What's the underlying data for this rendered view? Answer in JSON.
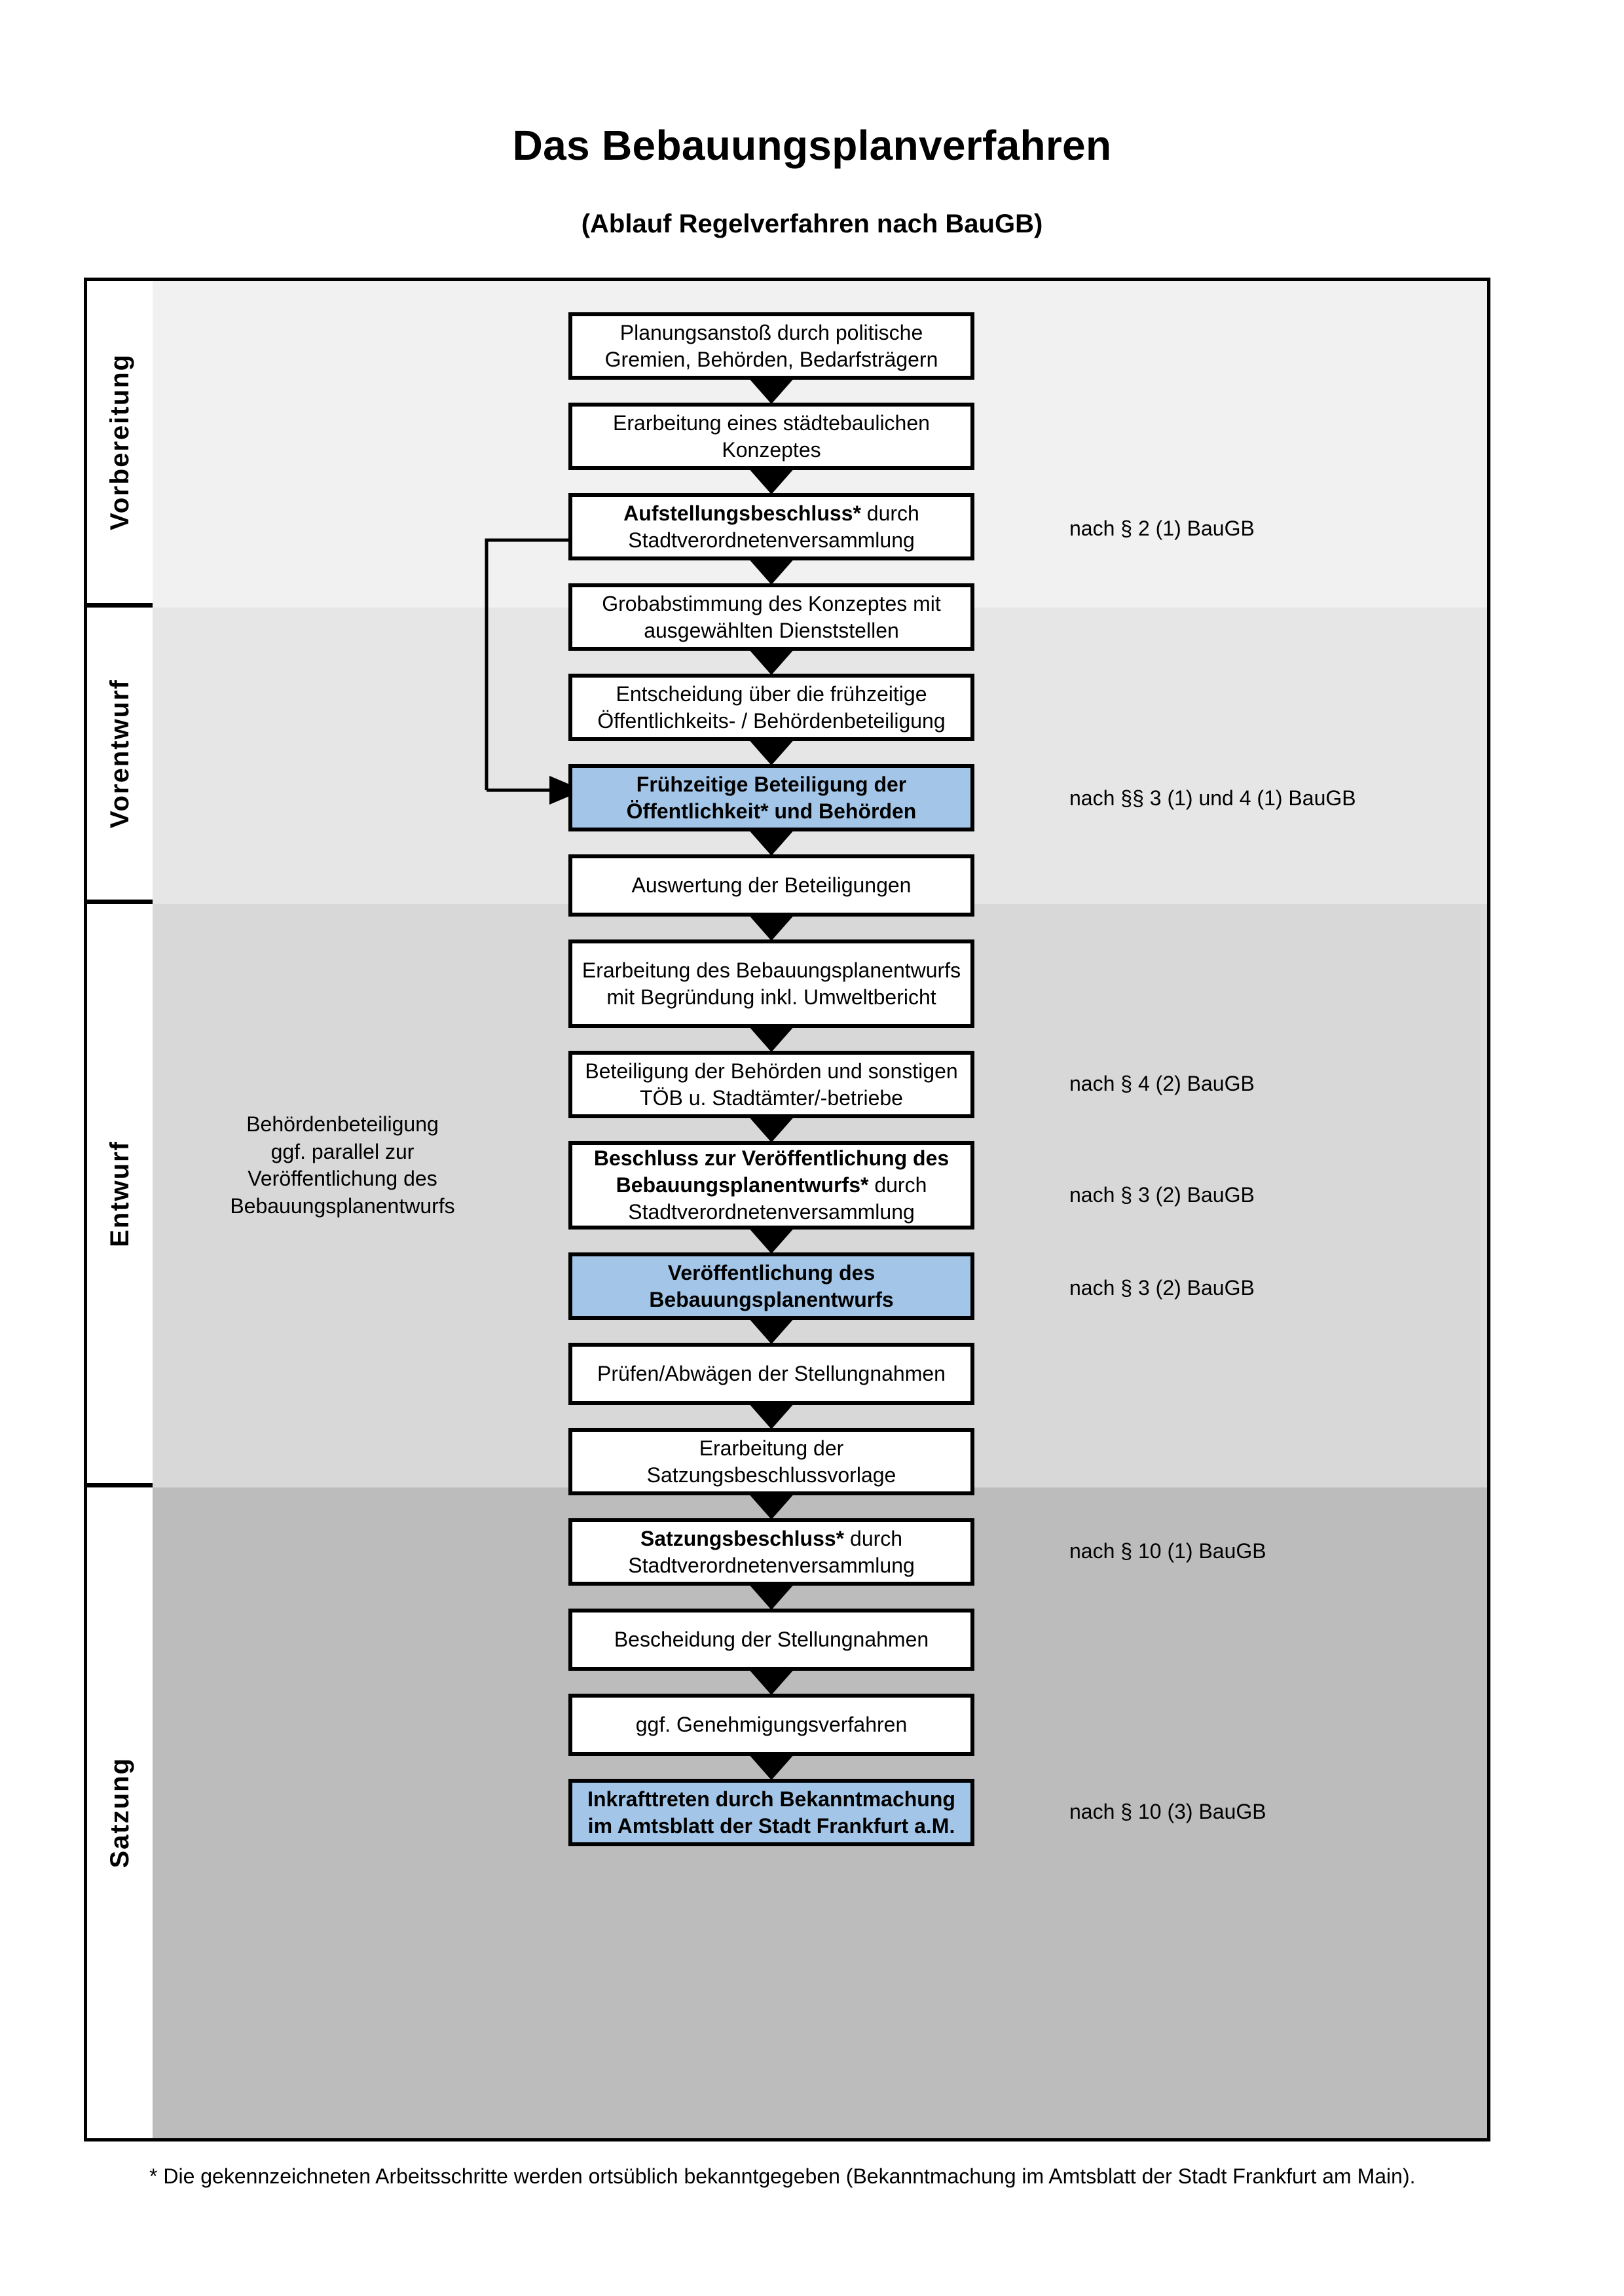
{
  "title": "Das Bebauungsplanverfahren",
  "subtitle": "(Ablauf Regelverfahren nach BauGB)",
  "colors": {
    "highlight_blue": "#a3c6e8",
    "band_vorbereitung": "#f1f1f1",
    "band_vorentwurf": "#e6e6e6",
    "band_entwurf": "#d8d8d8",
    "band_satzung": "#bcbcbc",
    "border": "#000000"
  },
  "phases": [
    {
      "label": "Vorbereitung"
    },
    {
      "label": "Vorentwurf"
    },
    {
      "label": "Entwurf"
    },
    {
      "label": "Satzung"
    }
  ],
  "steps": [
    {
      "id": "planungsanstoss",
      "phase": "Vorbereitung",
      "text": "Planungsanstoß durch politische Gremien, Behörden, Bedarfsträgern",
      "bold_prefix": "",
      "highlighted": false
    },
    {
      "id": "erarbeitung-konzept",
      "phase": "Vorbereitung",
      "text": "Erarbeitung eines städtebaulichen Konzeptes",
      "bold_prefix": "",
      "highlighted": false
    },
    {
      "id": "aufstellungsbeschluss",
      "phase": "Vorbereitung",
      "text": "durch Stadtverordnetenversammlung",
      "bold_prefix": "Aufstellungsbeschluss*",
      "highlighted": false
    },
    {
      "id": "grobabstimmung",
      "phase": "Vorentwurf",
      "text": "Grobabstimmung des Konzeptes mit ausgewählten Dienststellen",
      "bold_prefix": "",
      "highlighted": false
    },
    {
      "id": "entscheidung-fruehzeitige",
      "phase": "Vorentwurf",
      "text": "Entscheidung über die frühzeitige Öffentlichkeits- / Behördenbeteiligung",
      "bold_prefix": "",
      "highlighted": false
    },
    {
      "id": "fruehzeitige-beteiligung",
      "phase": "Vorentwurf",
      "text": "Frühzeitige Beteiligung der Öffentlichkeit* und Behörden",
      "bold_prefix": "",
      "highlighted": true
    },
    {
      "id": "auswertung-beteiligungen",
      "phase": "Entwurf",
      "text": "Auswertung der Beteiligungen",
      "bold_prefix": "",
      "highlighted": false
    },
    {
      "id": "erarbeitung-entwurf",
      "phase": "Entwurf",
      "text": "Erarbeitung des Bebauungsplanentwurfs mit Begründung inkl. Umweltbericht",
      "bold_prefix": "",
      "highlighted": false
    },
    {
      "id": "beteiligung-behoerden",
      "phase": "Entwurf",
      "text": "Beteiligung der Behörden und sonstigen TÖB u. Stadtämter/-betriebe",
      "bold_prefix": "",
      "highlighted": false
    },
    {
      "id": "beschluss-veroeffentlichung",
      "phase": "Entwurf",
      "text": "durch Stadtverordnetenversammlung",
      "bold_prefix": "Beschluss zur Veröffentlichung des Bebauungsplanentwurfs*",
      "highlighted": false
    },
    {
      "id": "veroeffentlichung-entwurf",
      "phase": "Entwurf",
      "text": "Veröffentlichung des Bebauungsplanentwurfs",
      "bold_prefix": "",
      "highlighted": true
    },
    {
      "id": "pruefen-abwaegen",
      "phase": "Satzung",
      "text": "Prüfen/Abwägen der Stellungnahmen",
      "bold_prefix": "",
      "highlighted": false
    },
    {
      "id": "erarbeitung-satzungsvorlage",
      "phase": "Satzung",
      "text": "Erarbeitung der Satzungsbeschlussvorlage",
      "bold_prefix": "",
      "highlighted": false
    },
    {
      "id": "satzungsbeschluss",
      "phase": "Satzung",
      "text": "durch Stadtverordnetenversammlung",
      "bold_prefix": "Satzungsbeschluss*",
      "highlighted": false
    },
    {
      "id": "bescheidung-stellungnahmen",
      "phase": "Satzung",
      "text": "Bescheidung der Stellungnahmen",
      "bold_prefix": "",
      "highlighted": false
    },
    {
      "id": "genehmigungsverfahren",
      "phase": "Satzung",
      "text": "ggf. Genehmigungsverfahren",
      "bold_prefix": "",
      "highlighted": false
    },
    {
      "id": "inkrafttreten",
      "phase": "Satzung",
      "text": "durch Bekanntmachung im Amtsblatt der Stadt Frankfurt a.M.",
      "bold_prefix": "Inkrafttreten",
      "highlighted": true
    }
  ],
  "legal_refs": [
    {
      "id": "ref-par2-1",
      "text": "nach § 2 (1) BauGB",
      "for_step": "aufstellungsbeschluss"
    },
    {
      "id": "ref-par3-1-4-1",
      "text": "nach §§ 3 (1) und 4 (1) BauGB",
      "for_step": "fruehzeitige-beteiligung"
    },
    {
      "id": "ref-par4-2",
      "text": "nach § 4 (2) BauGB",
      "for_step": "beteiligung-behoerden"
    },
    {
      "id": "ref-par3-2-a",
      "text": "nach § 3 (2) BauGB",
      "for_step": "beschluss-veroeffentlichung"
    },
    {
      "id": "ref-par3-2-b",
      "text": "nach § 3 (2) BauGB",
      "for_step": "veroeffentlichung-entwurf"
    },
    {
      "id": "ref-par10-1",
      "text": "nach § 10 (1) BauGB",
      "for_step": "satzungsbeschluss"
    },
    {
      "id": "ref-par10-3",
      "text": "nach § 10 (3) BauGB",
      "for_step": "inkrafttreten"
    }
  ],
  "side_note": {
    "lines": [
      "Behördenbeteiligung",
      "ggf. parallel zur",
      "Veröffentlichung des",
      "Bebauungsplanentwurfs"
    ]
  },
  "footnote": "* Die gekennzeichneten Arbeitsschritte werden ortsüblich bekanntgegeben (Bekanntmachung im Amtsblatt  der Stadt Frankfurt am Main)."
}
